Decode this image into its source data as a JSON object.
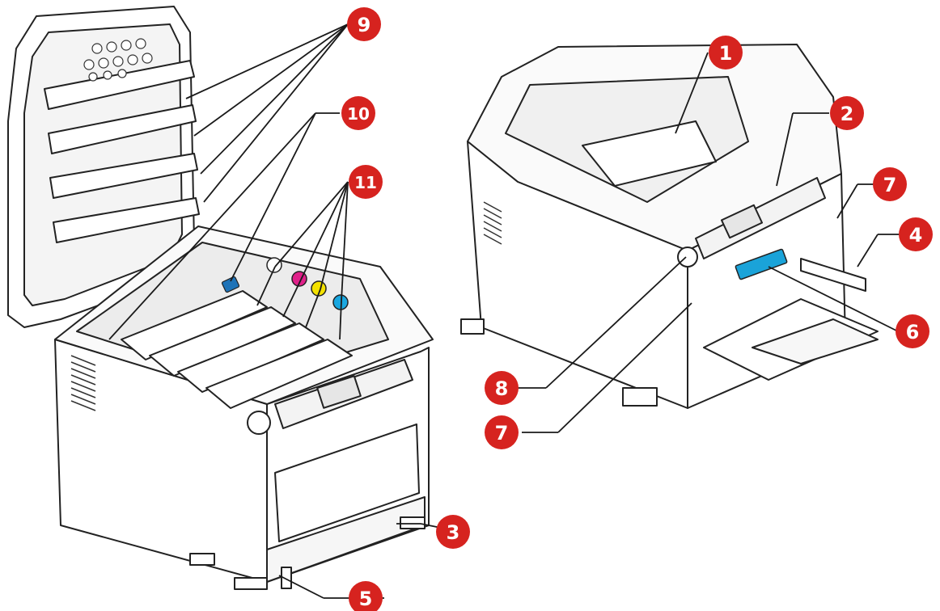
{
  "colors": {
    "callout_fill": "#d6231f",
    "callout_text": "#ffffff",
    "line": "#1a1a1a",
    "body": "#ffffff",
    "outline": "#222222",
    "handle_blue": "#1e73b8",
    "release_cyan": "#1aa3d9",
    "toner_white": "#ffffff",
    "toner_magenta": "#e0218a",
    "toner_yellow": "#f4e200",
    "toner_cyan": "#19a7e0"
  },
  "callouts": [
    {
      "id": "1",
      "label": "1"
    },
    {
      "id": "2",
      "label": "2"
    },
    {
      "id": "3",
      "label": "3"
    },
    {
      "id": "4",
      "label": "4"
    },
    {
      "id": "5",
      "label": "5"
    },
    {
      "id": "6",
      "label": "6"
    },
    {
      "id": "7a",
      "label": "7"
    },
    {
      "id": "7b",
      "label": "7"
    },
    {
      "id": "8",
      "label": "8"
    },
    {
      "id": "9",
      "label": "9"
    },
    {
      "id": "10",
      "label": "10"
    },
    {
      "id": "11",
      "label": "11"
    }
  ],
  "toner_dots": [
    "white",
    "magenta",
    "yellow",
    "cyan"
  ]
}
